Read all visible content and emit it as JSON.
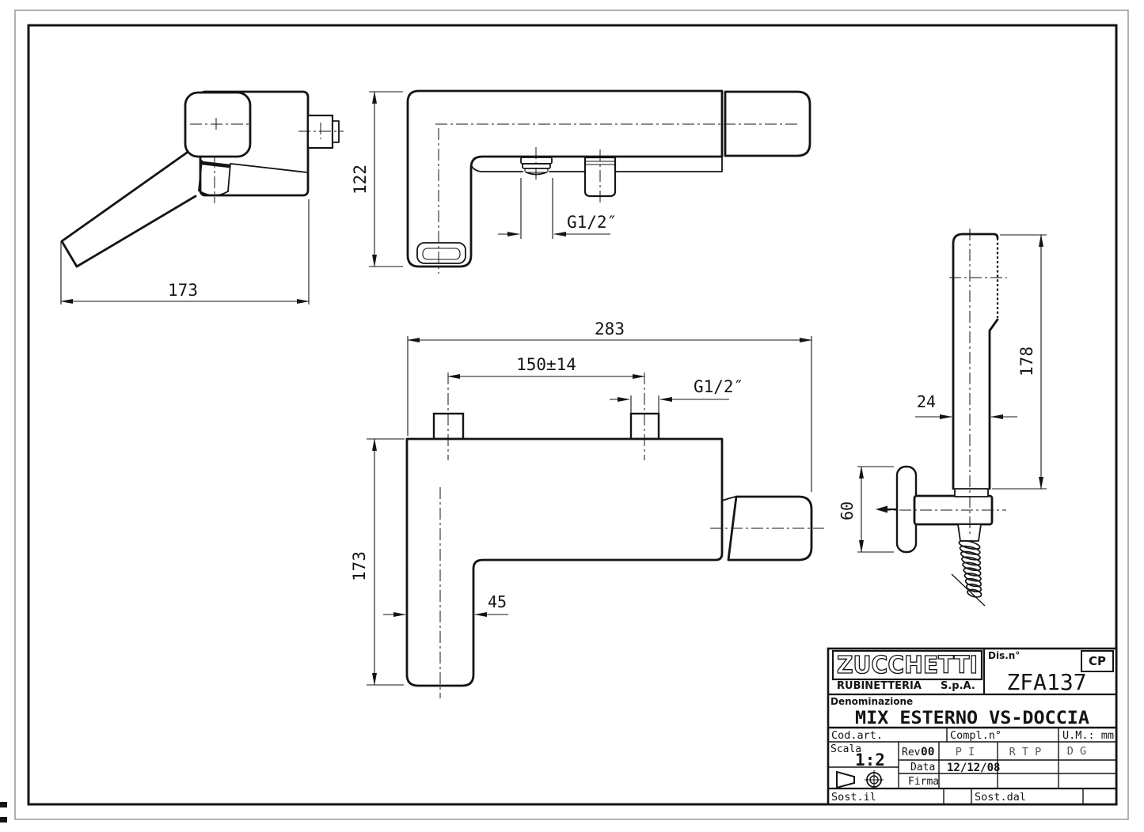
{
  "views": {
    "side": {
      "length": "173"
    },
    "front_top": {
      "height": "122",
      "thread": "G1/2″"
    },
    "front_main": {
      "width": "283",
      "interaxis": "150±14",
      "thread": "G1/2″",
      "height": "173",
      "spout_width": "45"
    },
    "shower": {
      "length": "178",
      "diameter": "24",
      "bracket_height": "60"
    }
  },
  "title_block": {
    "logo": {
      "brand": "ZUCCHETTI",
      "line2_left": "RUBINETTERIA",
      "line2_right": "S.p.A."
    },
    "dis_n_label": "Dis.n°",
    "cp": "CP",
    "drawing_number": "ZFA137",
    "denominazione_label": "Denominazione",
    "denominazione": "MIX ESTERNO VS-DOCCIA",
    "cod_art_label": "Cod.art.",
    "compl_n_label": "Compl.n°",
    "um_label": "U.M.: mm",
    "scala_label": "Scala",
    "scala": "1:2",
    "rev_label": "Rev.",
    "rev": "00",
    "data_label": "Data",
    "data": "12/12/08",
    "firma_label": "Firma",
    "sign_cols": {
      "pi": "P I",
      "rtp": "R T P",
      "dg": "D G"
    },
    "sost_il_label": "Sost.il",
    "sost_dal_label": "Sost.dal"
  }
}
